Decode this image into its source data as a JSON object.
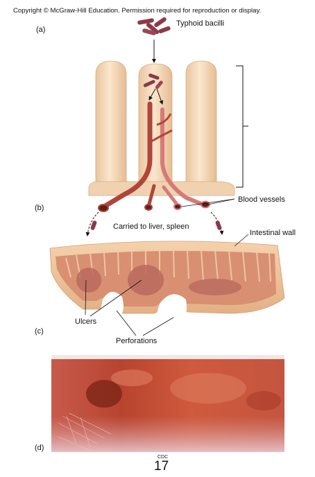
{
  "copyright": "Copyright © McGraw-Hill Education. Permission required for reproduction or display.",
  "panels": {
    "a": "(a)",
    "b": "(b)",
    "c": "(c)",
    "d": "(d)"
  },
  "labels": {
    "typhoid_bacilli": "Typhoid bacilli",
    "blood_vessels": "Blood vessels",
    "carried": "Carried to liver, spleen",
    "intestinal_wall": "Intestinal wall",
    "ulcers": "Ulcers",
    "perforations": "Perforations"
  },
  "photo_credit": "CDC",
  "slide_number": "17"
}
